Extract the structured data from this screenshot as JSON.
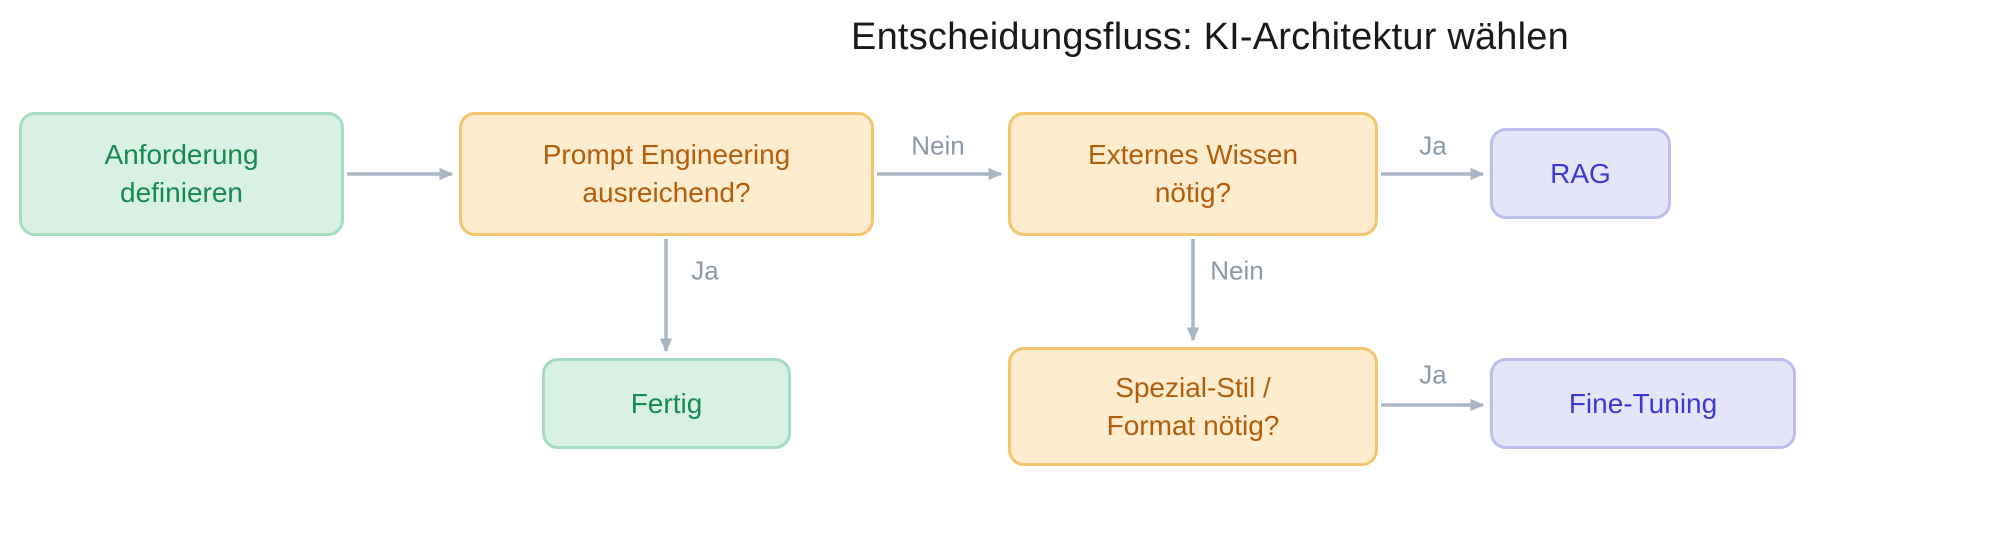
{
  "title": "Entscheidungsfluss: KI-Architektur wählen",
  "nodes": {
    "anforderung": {
      "label": "Anforderung\ndefinieren",
      "type": "green"
    },
    "prompt": {
      "label": "Prompt Engineering\nausreichend?",
      "type": "orange"
    },
    "externes": {
      "label": "Externes Wissen\nnötig?",
      "type": "orange"
    },
    "rag": {
      "label": "RAG",
      "type": "purple"
    },
    "fertig": {
      "label": "Fertig",
      "type": "green"
    },
    "spezial": {
      "label": "Spezial-Stil /\nFormat nötig?",
      "type": "orange"
    },
    "finetuning": {
      "label": "Fine-Tuning",
      "type": "purple"
    }
  },
  "edges": {
    "anforderung_to_prompt": {
      "label": ""
    },
    "prompt_to_externes": {
      "label": "Nein"
    },
    "externes_to_rag": {
      "label": "Ja"
    },
    "prompt_to_fertig": {
      "label": "Ja"
    },
    "externes_to_spezial": {
      "label": "Nein"
    },
    "spezial_to_finetuning": {
      "label": "Ja"
    }
  },
  "colors": {
    "green_fill": "#d9f1e4",
    "green_border": "#a6dcc2",
    "green_text": "#158a52",
    "orange_fill": "#fdeccd",
    "orange_border": "#f5c46e",
    "orange_text": "#b45e0c",
    "purple_fill": "#e5e5f9",
    "purple_border": "#bdbdee",
    "purple_text": "#3b3bd4",
    "arrow": "#a9b6c4",
    "edge_label_text": "#8c99a6",
    "title_text": "#1a1a1a"
  }
}
